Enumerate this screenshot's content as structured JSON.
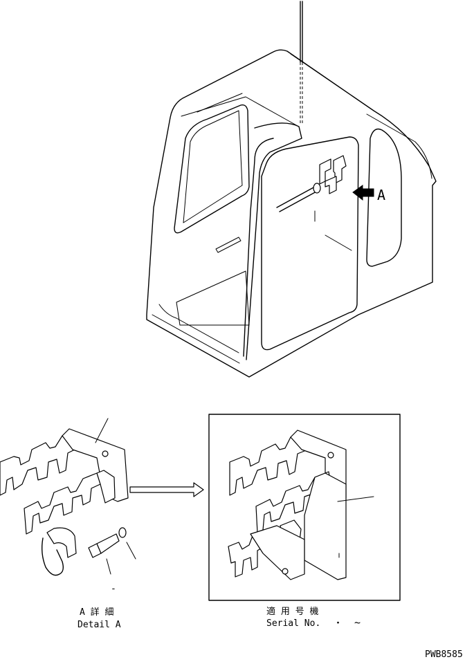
{
  "view_marker": {
    "label": "A"
  },
  "detail_caption": {
    "japanese": "A 詳 細",
    "english": "Detail A"
  },
  "serial_caption": {
    "japanese": "適 用 号 機",
    "english": "Serial No.",
    "separator": "・",
    "range_mark": "~"
  },
  "minus_mark": "-",
  "drawing_number": "PWB8585"
}
